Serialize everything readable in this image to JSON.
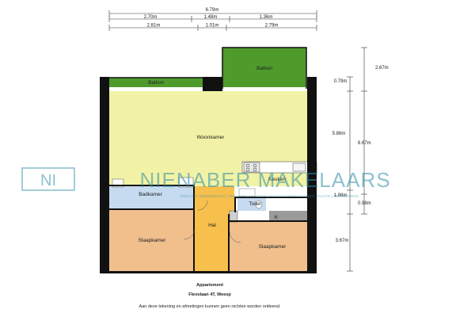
{
  "floorplan": {
    "rooms": {
      "balcony_left": "Balkon",
      "balcony_right": "Balkon",
      "living_room": "Woonkamer",
      "kitchen": "Keuken",
      "bathroom": "Badkamer",
      "toilet": "Toilet",
      "hall": "Hal",
      "bedroom_left": "Slaapkamer",
      "bedroom_right": "Slaapkamer",
      "kast": "K"
    },
    "dimensions_top": {
      "total": "6.79m",
      "row2": [
        "2.70m",
        "1.48m",
        "1.36m"
      ],
      "row3": [
        "2.81m",
        "1.01m",
        "2.79m"
      ]
    },
    "dimensions_right": {
      "inner": [
        "0.79m",
        "5.86m",
        "1.98m",
        "3.67m"
      ],
      "outer": [
        "2.67m",
        "6.67m",
        "0.98m"
      ]
    },
    "watermark": {
      "brand": "NIENABER MAKELAARS",
      "tagline": "VERHUUR  |  BEMIDDELING  |  VERKOOP  |  AANKOOP  |  VASTGOEDMANAGEMENT  |  TAXATIE  |  MEDEBEHEER",
      "logo_letters": "NI"
    },
    "caption": {
      "title": "Appartement",
      "address": "Flevolaan 4T, Weesp",
      "disclaimer": "Aan deze tekening en afmetingen kunnen geen rechten worden ontleend."
    },
    "colors": {
      "living": "#f2f2a6",
      "bedroom": "#f0bf8c",
      "hall": "#f7c04c",
      "bathroom": "#c6daf0",
      "balcony": "#4e9b2c",
      "wall": "#111111"
    }
  }
}
